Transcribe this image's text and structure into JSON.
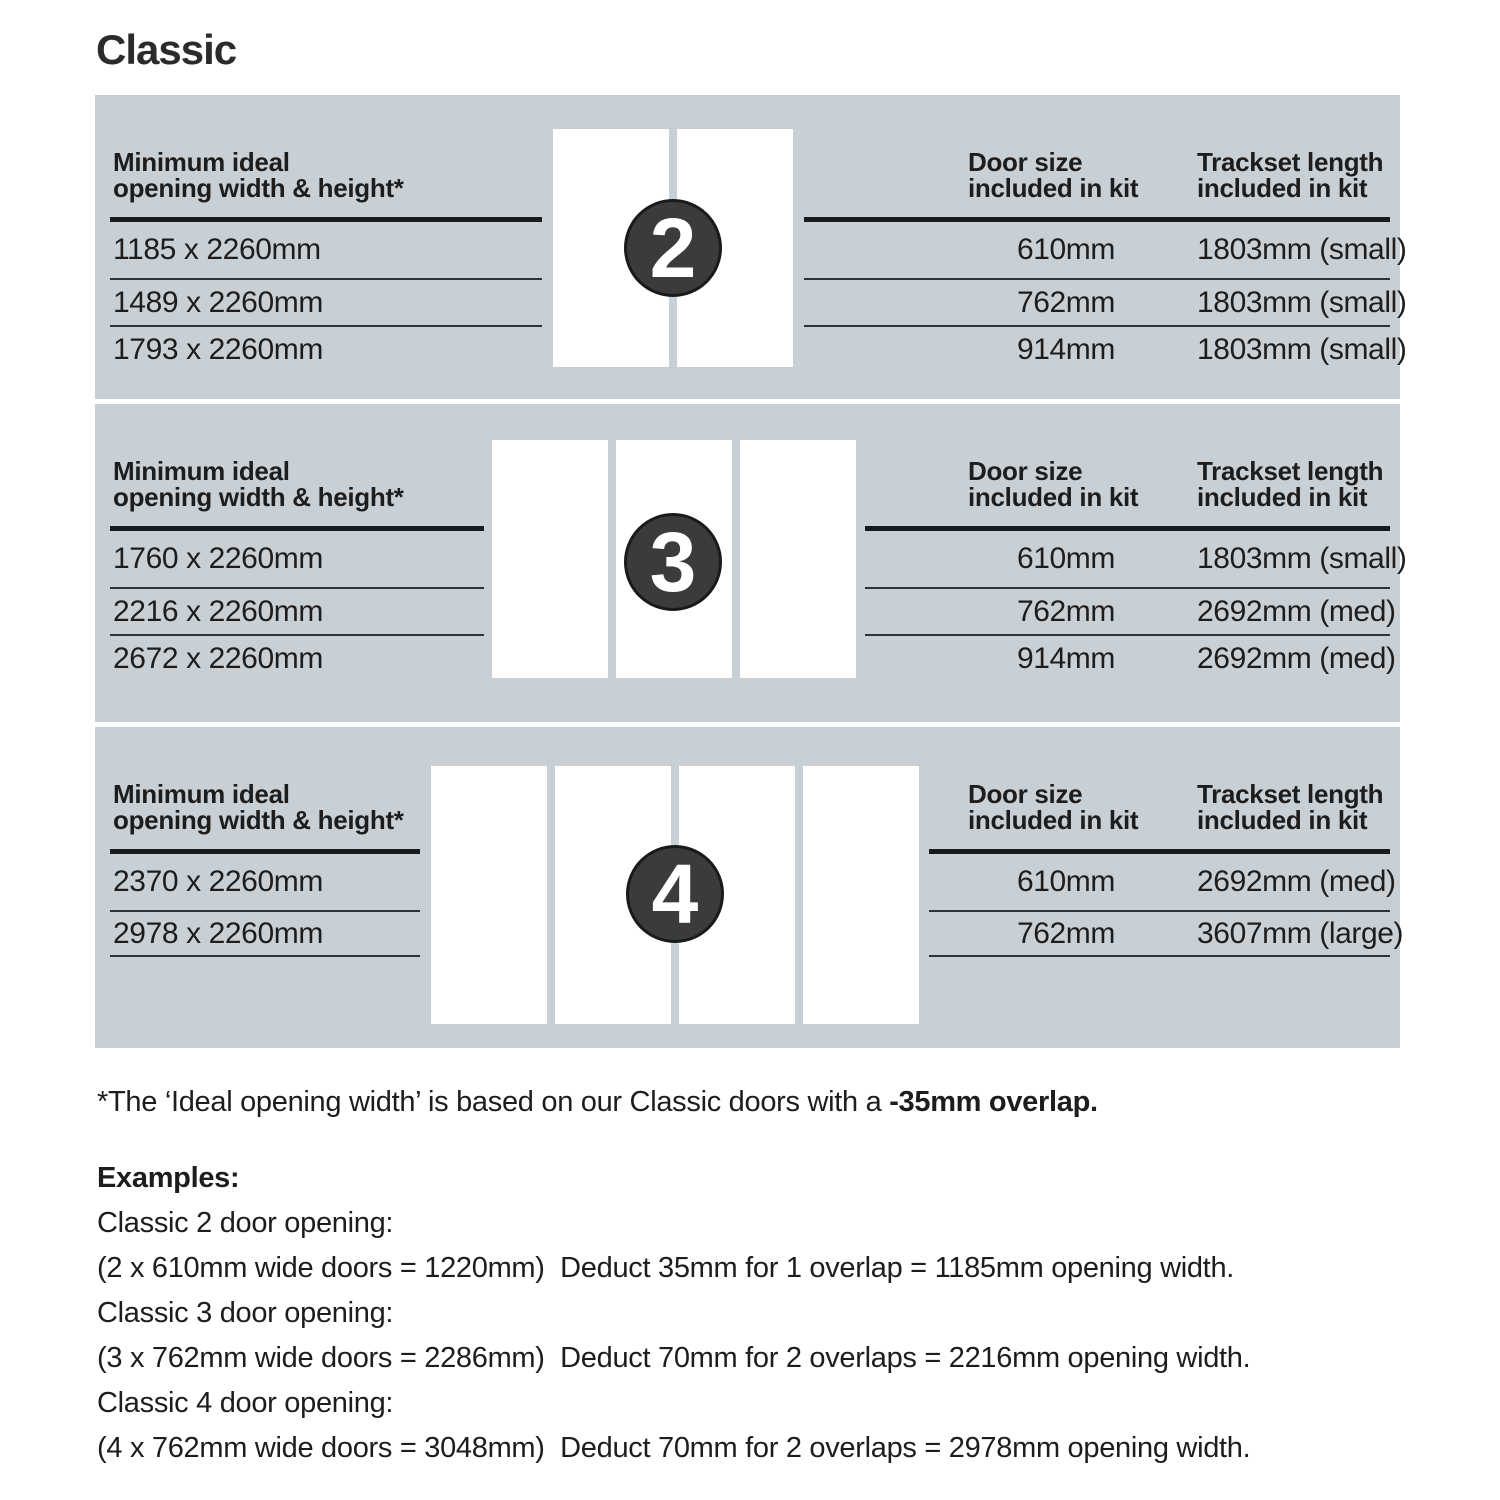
{
  "title": "Classic",
  "panels": [
    {
      "door_count": "2",
      "left_header_line1": "Minimum ideal",
      "left_header_line2": "opening width & height*",
      "door_size_header_line1": "Door size",
      "door_size_header_line2": "included in kit",
      "trackset_header_line1": "Trackset length",
      "trackset_header_line2": "included in kit",
      "rows": [
        {
          "opening": "1185 x 2260mm",
          "door_size": "610mm",
          "trackset": "1803mm (small)"
        },
        {
          "opening": "1489 x 2260mm",
          "door_size": "762mm",
          "trackset": "1803mm (small)"
        },
        {
          "opening": "1793 x 2260mm",
          "door_size": "914mm",
          "trackset": "1803mm (small)"
        }
      ]
    },
    {
      "door_count": "3",
      "left_header_line1": "Minimum ideal",
      "left_header_line2": "opening width & height*",
      "door_size_header_line1": "Door size",
      "door_size_header_line2": "included in kit",
      "trackset_header_line1": "Trackset length",
      "trackset_header_line2": "included in kit",
      "rows": [
        {
          "opening": "1760 x 2260mm",
          "door_size": "610mm",
          "trackset": "1803mm (small)"
        },
        {
          "opening": "2216 x 2260mm",
          "door_size": "762mm",
          "trackset": "2692mm (med)"
        },
        {
          "opening": "2672 x 2260mm",
          "door_size": "914mm",
          "trackset": "2692mm (med)"
        }
      ]
    },
    {
      "door_count": "4",
      "left_header_line1": "Minimum ideal",
      "left_header_line2": "opening width & height*",
      "door_size_header_line1": "Door size",
      "door_size_header_line2": "included in kit",
      "trackset_header_line1": "Trackset length",
      "trackset_header_line2": "included in kit",
      "rows": [
        {
          "opening": "2370 x 2260mm",
          "door_size": "610mm",
          "trackset": "2692mm (med)"
        },
        {
          "opening": "2978 x 2260mm",
          "door_size": "762mm",
          "trackset": "3607mm (large)"
        }
      ]
    }
  ],
  "footnote": {
    "normal": "*The ‘Ideal opening width’ is based on our Classic doors with a ",
    "bold": "-35mm overlap."
  },
  "examples": {
    "heading": "Examples:",
    "lines": [
      "Classic 2 door opening:",
      "(2 x 610mm wide doors = 1220mm)  Deduct 35mm for 1 overlap = 1185mm opening width.",
      "Classic 3 door opening:",
      "(3 x 762mm wide doors = 2286mm)  Deduct 70mm for 2 overlaps = 2216mm opening width.",
      "Classic 4 door opening:",
      "(4 x 762mm wide doors = 3048mm)  Deduct 70mm for 2 overlaps = 2978mm opening width."
    ]
  },
  "colors": {
    "panel_bg": "#c8d0d6",
    "rule": "#171b1d",
    "separator": "#2d3437",
    "text": "#1d1d1d",
    "badge_bg": "#3a3b3c",
    "badge_border": "#191a1a",
    "badge_text": "#ffffff",
    "door": "#ffffff",
    "title_text": "#2b2b2b"
  }
}
